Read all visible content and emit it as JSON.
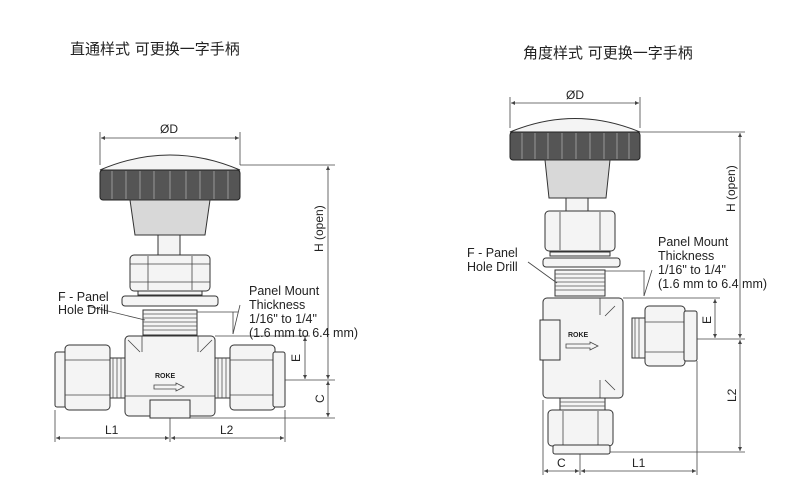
{
  "straight": {
    "title": "直通样式 可更换一字手柄",
    "dim_d": "ØD",
    "dim_h": "H (open)",
    "dim_e": "E",
    "dim_c": "C",
    "dim_l1": "L1",
    "dim_l2": "L2",
    "brand": "ROKE",
    "panel_hole": [
      "F - Panel",
      "Hole Drill"
    ],
    "panel_mount": [
      "Panel Mount",
      "Thickness",
      "1/16\" to 1/4\"",
      "(1.6 mm to 6.4 mm)"
    ]
  },
  "angle": {
    "title": "角度样式 可更换一字手柄",
    "dim_d": "ØD",
    "dim_h": "H (open)",
    "dim_e": "E",
    "dim_c": "C",
    "dim_l1": "L1",
    "dim_l2": "L2",
    "brand": "ROKE",
    "panel_hole": [
      "F - Panel",
      "Hole Drill"
    ],
    "panel_mount": [
      "Panel Mount",
      "Thickness",
      "1/16\" to 1/4\"",
      "(1.6 mm to 6.4 mm)"
    ]
  }
}
